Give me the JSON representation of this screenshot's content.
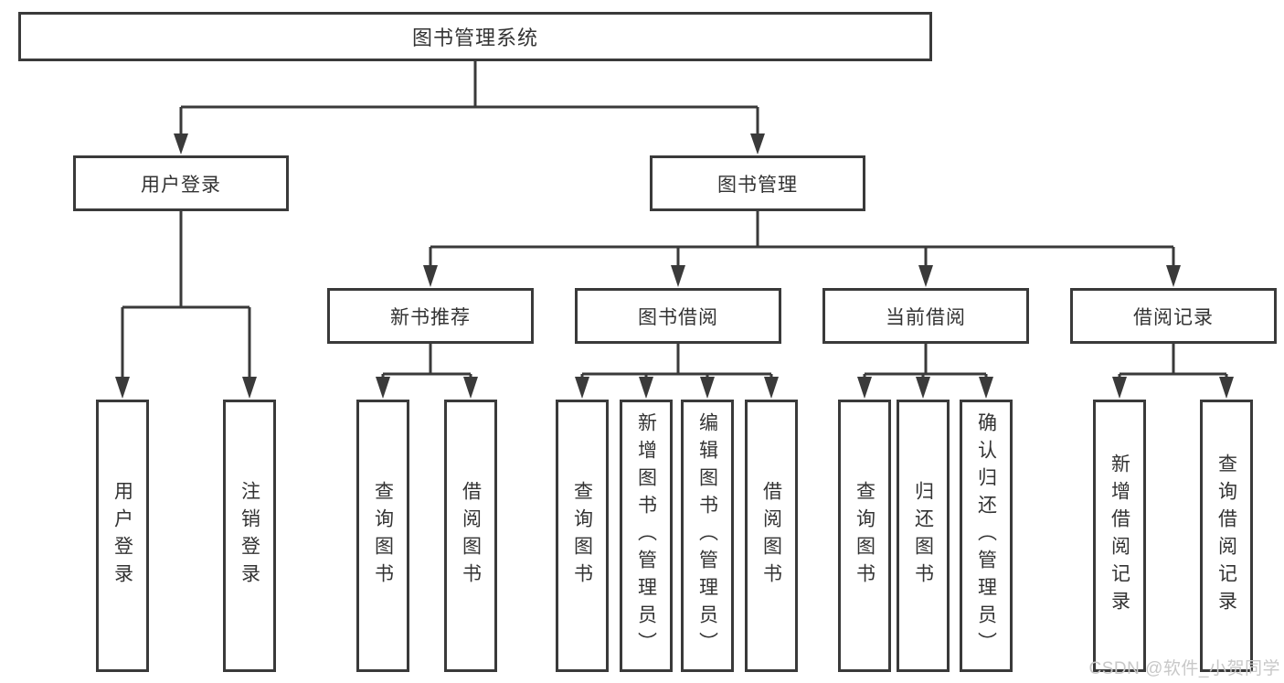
{
  "tree": {
    "label": "图书管理系统",
    "children": [
      {
        "label": "用户登录",
        "children": [
          {
            "label": "用户登录"
          },
          {
            "label": "注销登录"
          }
        ]
      },
      {
        "label": "图书管理",
        "children": [
          {
            "label": "新书推荐",
            "children": [
              {
                "label": "查询图书"
              },
              {
                "label": "借阅图书"
              }
            ]
          },
          {
            "label": "图书借阅",
            "children": [
              {
                "label": "查询图书"
              },
              {
                "label": "新增图书（管理员）"
              },
              {
                "label": "编辑图书（管理员）"
              },
              {
                "label": "借阅图书"
              }
            ]
          },
          {
            "label": "当前借阅",
            "children": [
              {
                "label": "查询图书"
              },
              {
                "label": "归还图书"
              },
              {
                "label": "确认归还（管理员）"
              }
            ]
          },
          {
            "label": "借阅记录",
            "children": [
              {
                "label": "新增借阅记录"
              },
              {
                "label": "查询借阅记录"
              }
            ]
          }
        ]
      }
    ]
  },
  "watermark": "CSDN @软件_小贺同学",
  "colors": {
    "line": "#3a3a3a",
    "box_border": "#3a3a3a",
    "text": "#333333",
    "watermark_text": "#c8c8c8",
    "background": "#ffffff"
  }
}
